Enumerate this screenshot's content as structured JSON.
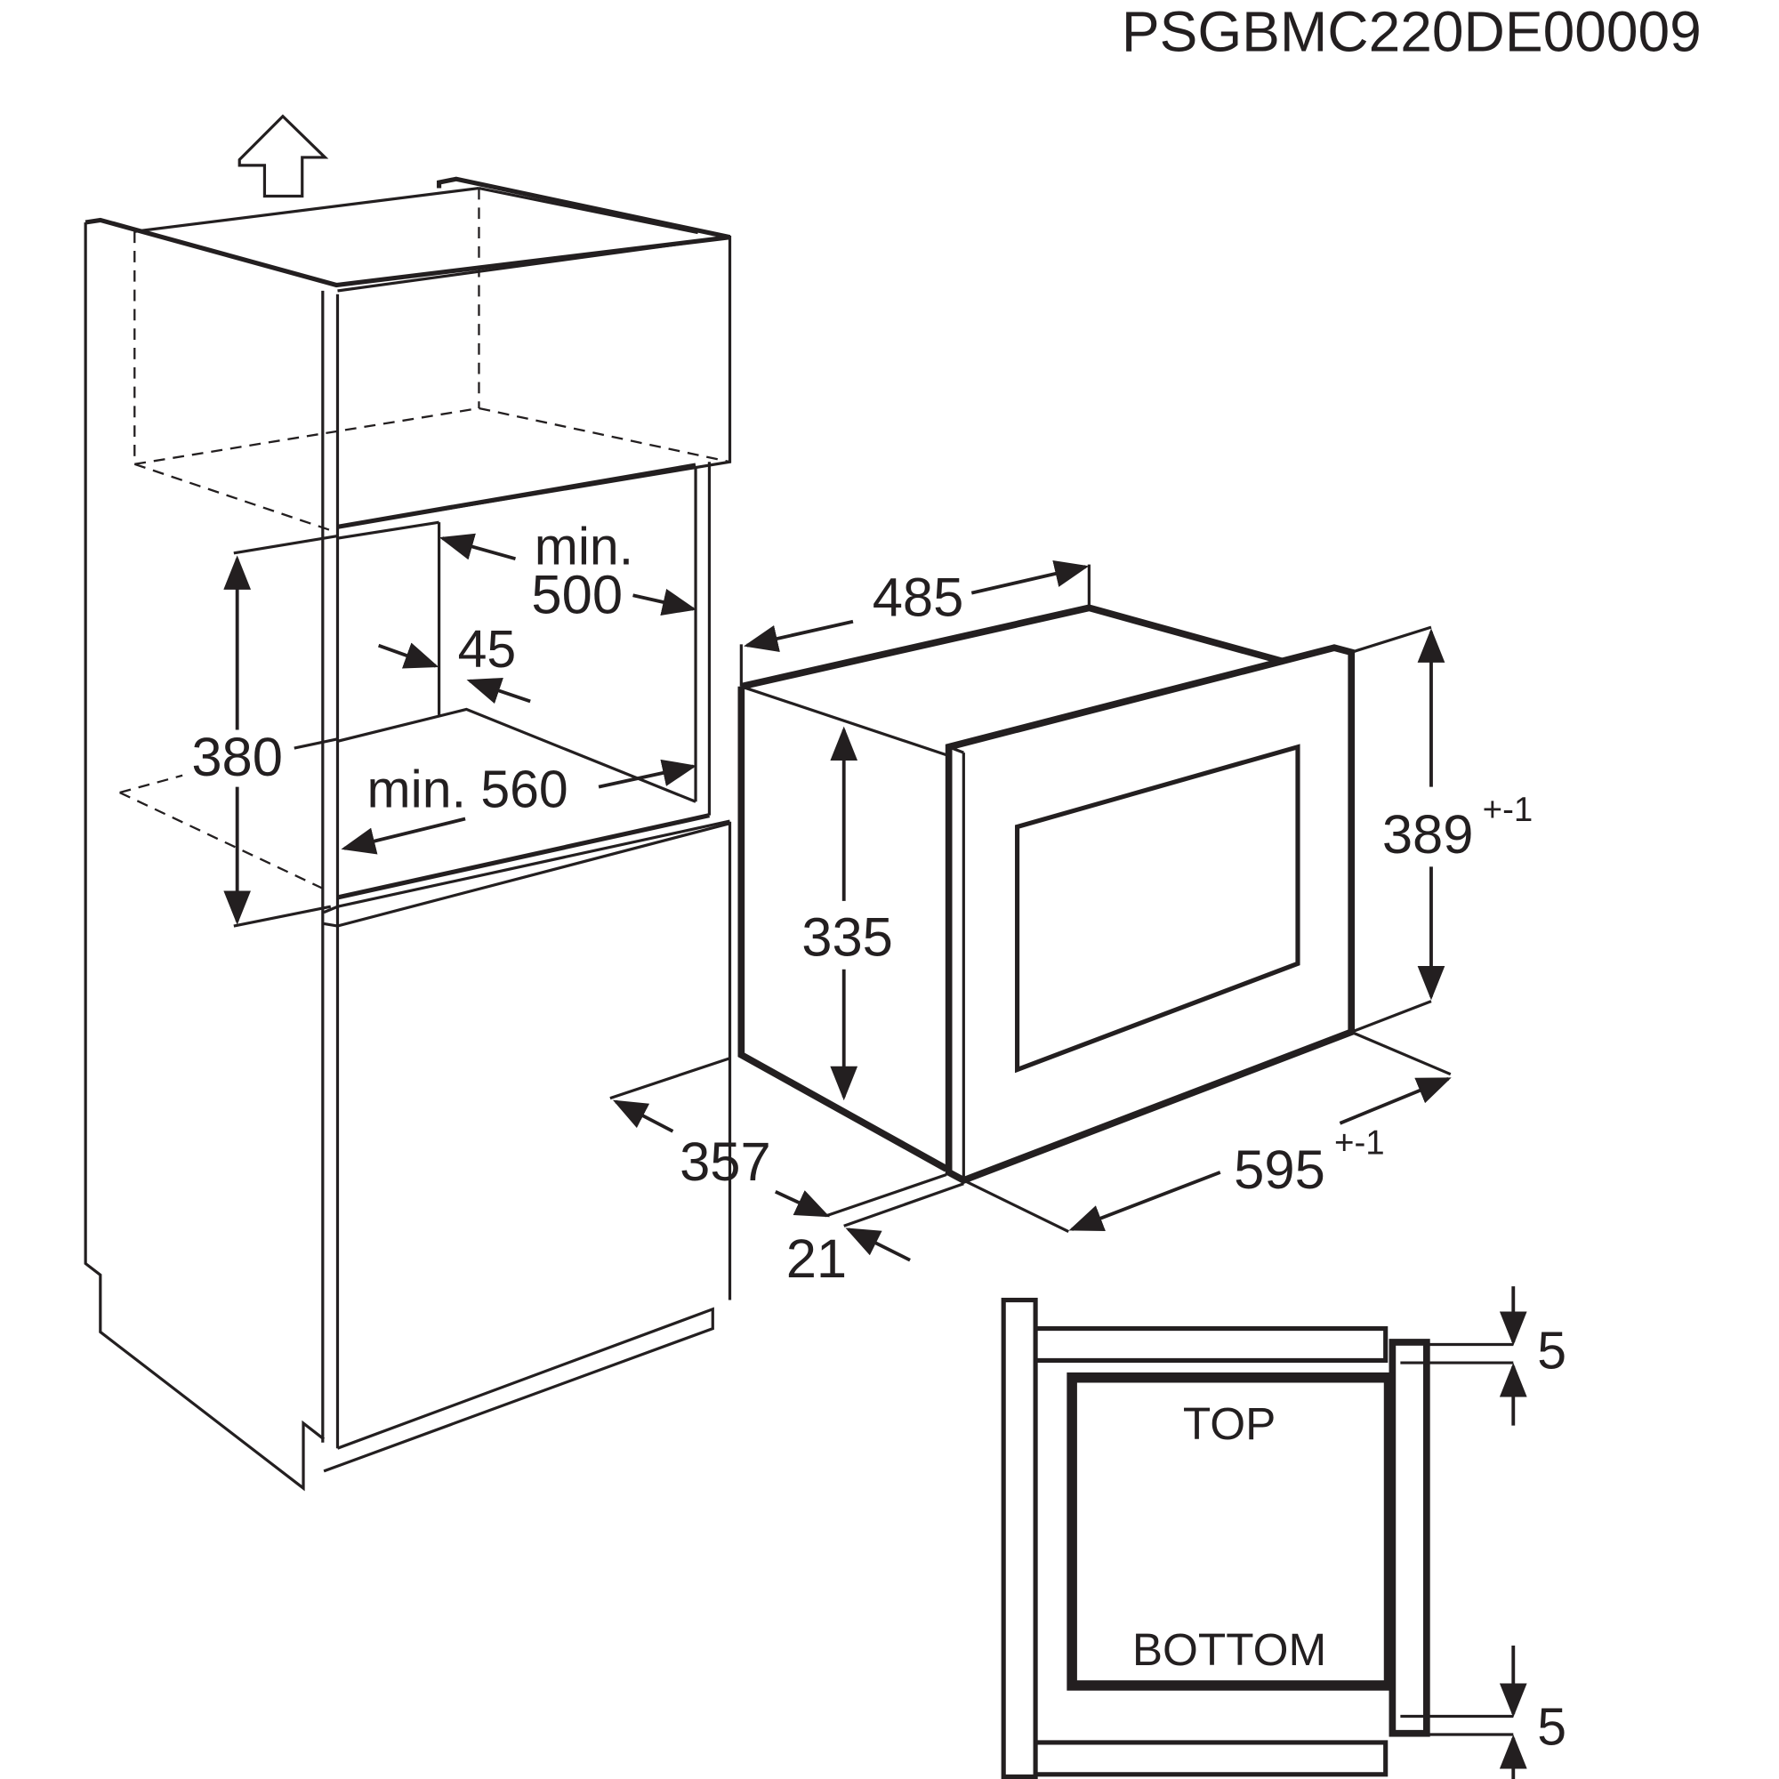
{
  "header": {
    "code": "PSGBMC220DE00009"
  },
  "cabinet": {
    "niche_height": "380",
    "niche_depth_label": "min.",
    "niche_depth": "500",
    "ventilation_gap": "45",
    "niche_width": "min. 560"
  },
  "appliance": {
    "depth": "485",
    "height_front": "389",
    "height_front_tolerance": "+-1",
    "height_body": "335",
    "width": "595",
    "width_tolerance": "+-1",
    "body_depth": "357",
    "door_thickness": "21"
  },
  "side_view": {
    "top_label": "TOP",
    "bottom_label": "BOTTOM",
    "top_gap": "5",
    "bottom_gap": "5"
  }
}
